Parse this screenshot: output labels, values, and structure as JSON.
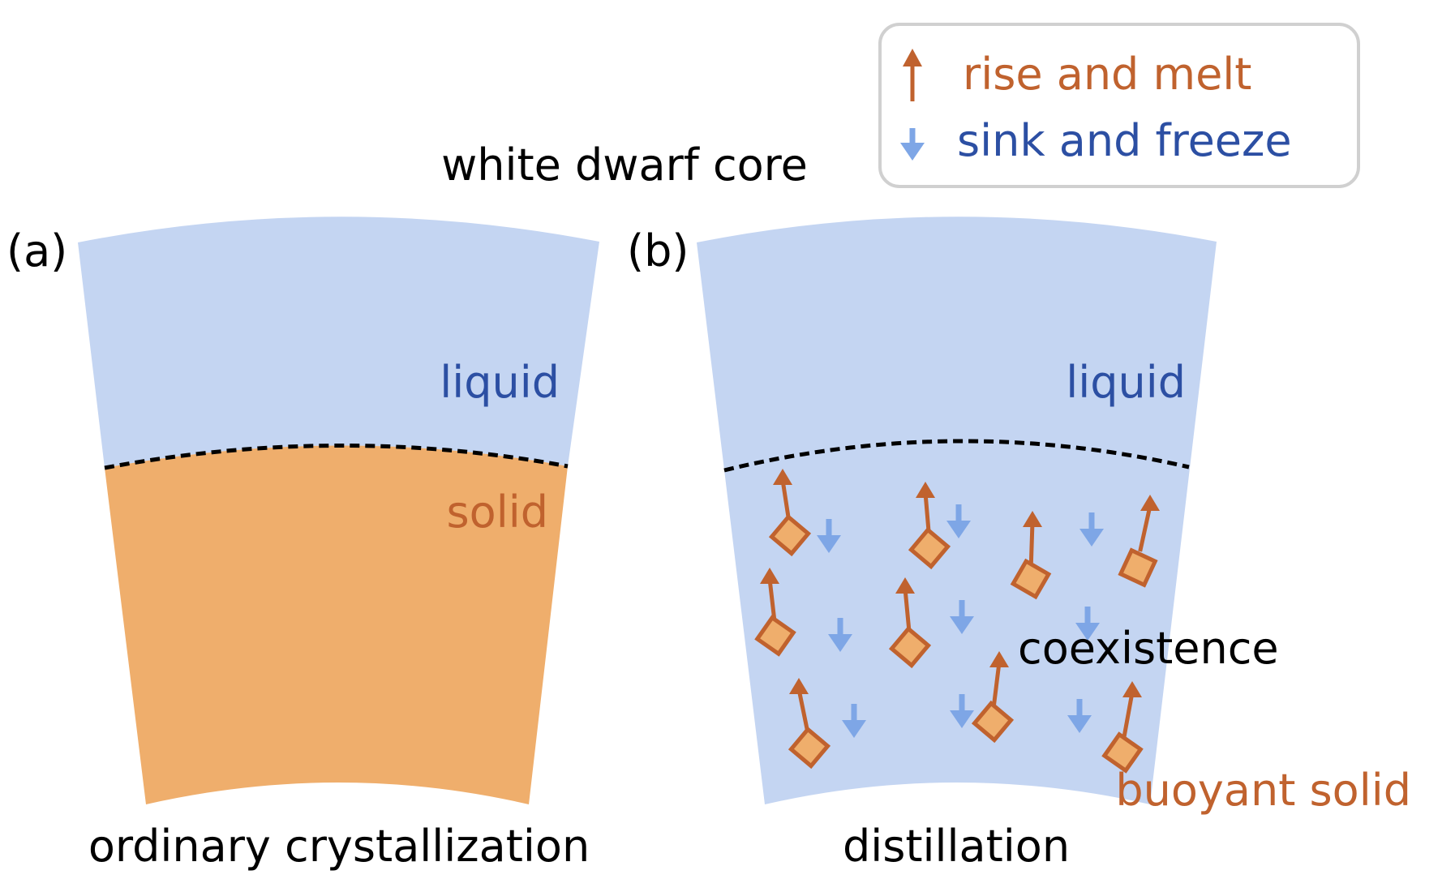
{
  "title": "white dwarf core",
  "legend": {
    "items": [
      {
        "label": "rise and melt",
        "color": "#c0622e",
        "icon": "up-arrow-icon"
      },
      {
        "label": "sink and freeze",
        "color": "#7ea6e6",
        "icon": "down-arrow-icon"
      }
    ]
  },
  "panel_a": {
    "letter": "(a)",
    "top_label": "liquid",
    "bottom_label": "solid",
    "caption": "ordinary crystallization"
  },
  "panel_b": {
    "letter": "(b)",
    "top_label": "liquid",
    "middle_label": "coexistence",
    "corner_label": "buoyant solid",
    "caption": "distillation"
  },
  "colors": {
    "liquid_fill": "#c4d5f2",
    "solid_fill": "#efae6c",
    "rise": "#c0622e",
    "sink": "#7ea6e6",
    "liquid_text": "#2c4fa3",
    "solid_text": "#c0622e",
    "boundary": "#000000"
  }
}
